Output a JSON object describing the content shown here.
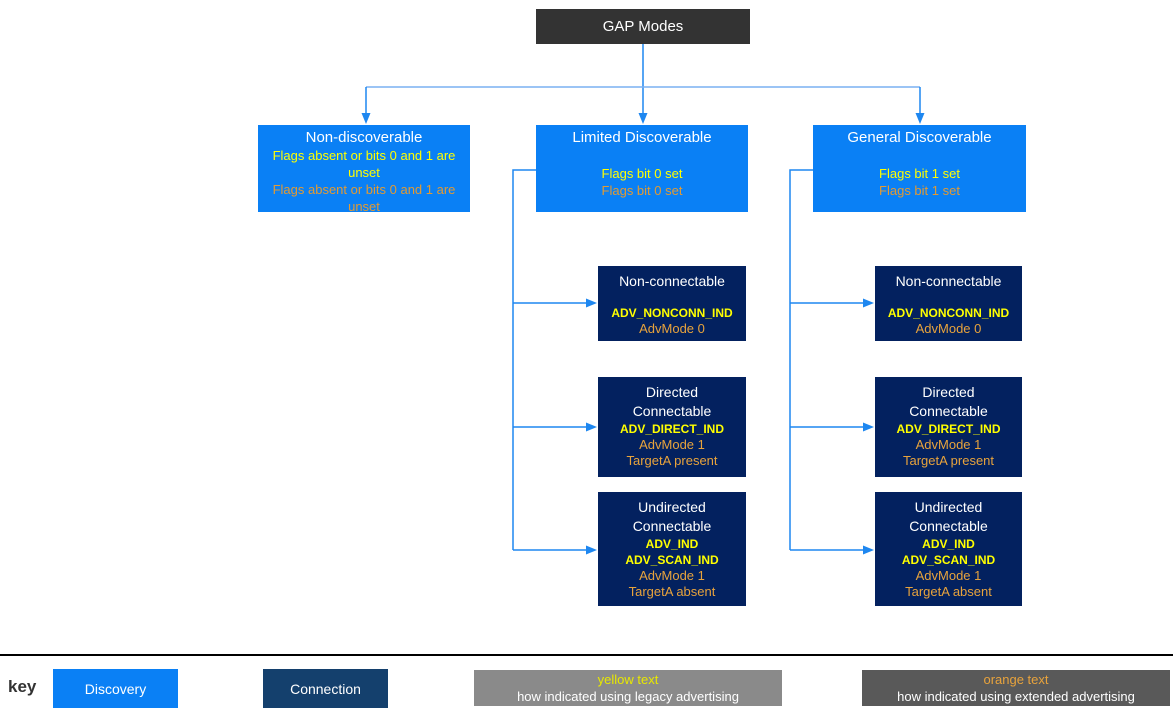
{
  "palette": {
    "discovery_blue": "#0a80f5",
    "connection_navy": "#03215f",
    "root_dark": "#333333",
    "key_connection_navy": "#14406d",
    "key_gray_light": "#8a8a8a",
    "key_gray_dark": "#595959",
    "legacy_yellow": "#ffff00",
    "extended_orange": "#e29a33",
    "connector_blue": "#1e87f0"
  },
  "root_box": {
    "label": "GAP Modes"
  },
  "modes": {
    "non_discoverable": {
      "title": "Non-discoverable",
      "legacy": "Flags absent or bits 0 and 1 are unset",
      "extended": "Flags absent or bits 0 and 1 are unset"
    },
    "limited": {
      "title": "Limited Discoverable",
      "legacy": "Flags bit 0 set",
      "extended": "Flags bit 0 set"
    },
    "general": {
      "title": "General Discoverable",
      "legacy": "Flags bit 1 set",
      "extended": "Flags bit 1 set"
    }
  },
  "submodes": {
    "limited": {
      "non_connectable": {
        "title_lines": [
          "Non-connectable"
        ],
        "pdu": [
          "ADV_NONCONN_IND"
        ],
        "ext": [
          "AdvMode 0"
        ]
      },
      "directed": {
        "title_lines": [
          "Directed",
          "Connectable"
        ],
        "pdu": [
          "ADV_DIRECT_IND"
        ],
        "ext": [
          "AdvMode 1",
          "TargetA present"
        ]
      },
      "undirected": {
        "title_lines": [
          "Undirected",
          "Connectable"
        ],
        "pdu": [
          "ADV_IND",
          "ADV_SCAN_IND"
        ],
        "ext": [
          "AdvMode 1",
          "TargetA absent"
        ]
      }
    },
    "general": {
      "non_connectable": {
        "title_lines": [
          "Non-connectable"
        ],
        "pdu": [
          "ADV_NONCONN_IND"
        ],
        "ext": [
          "AdvMode 0"
        ]
      },
      "directed": {
        "title_lines": [
          "Directed",
          "Connectable"
        ],
        "pdu": [
          "ADV_DIRECT_IND"
        ],
        "ext": [
          "AdvMode 1",
          "TargetA present"
        ]
      },
      "undirected": {
        "title_lines": [
          "Undirected",
          "Connectable"
        ],
        "pdu": [
          "ADV_IND",
          "ADV_SCAN_IND"
        ],
        "ext": [
          "AdvMode 1",
          "TargetA absent"
        ]
      }
    }
  },
  "key": {
    "label": "key",
    "discovery": "Discovery",
    "connection": "Connection",
    "legacy": {
      "title": "yellow text",
      "desc": "how indicated using legacy advertising"
    },
    "extended": {
      "title": "orange text",
      "desc": "how indicated using extended advertising"
    }
  }
}
